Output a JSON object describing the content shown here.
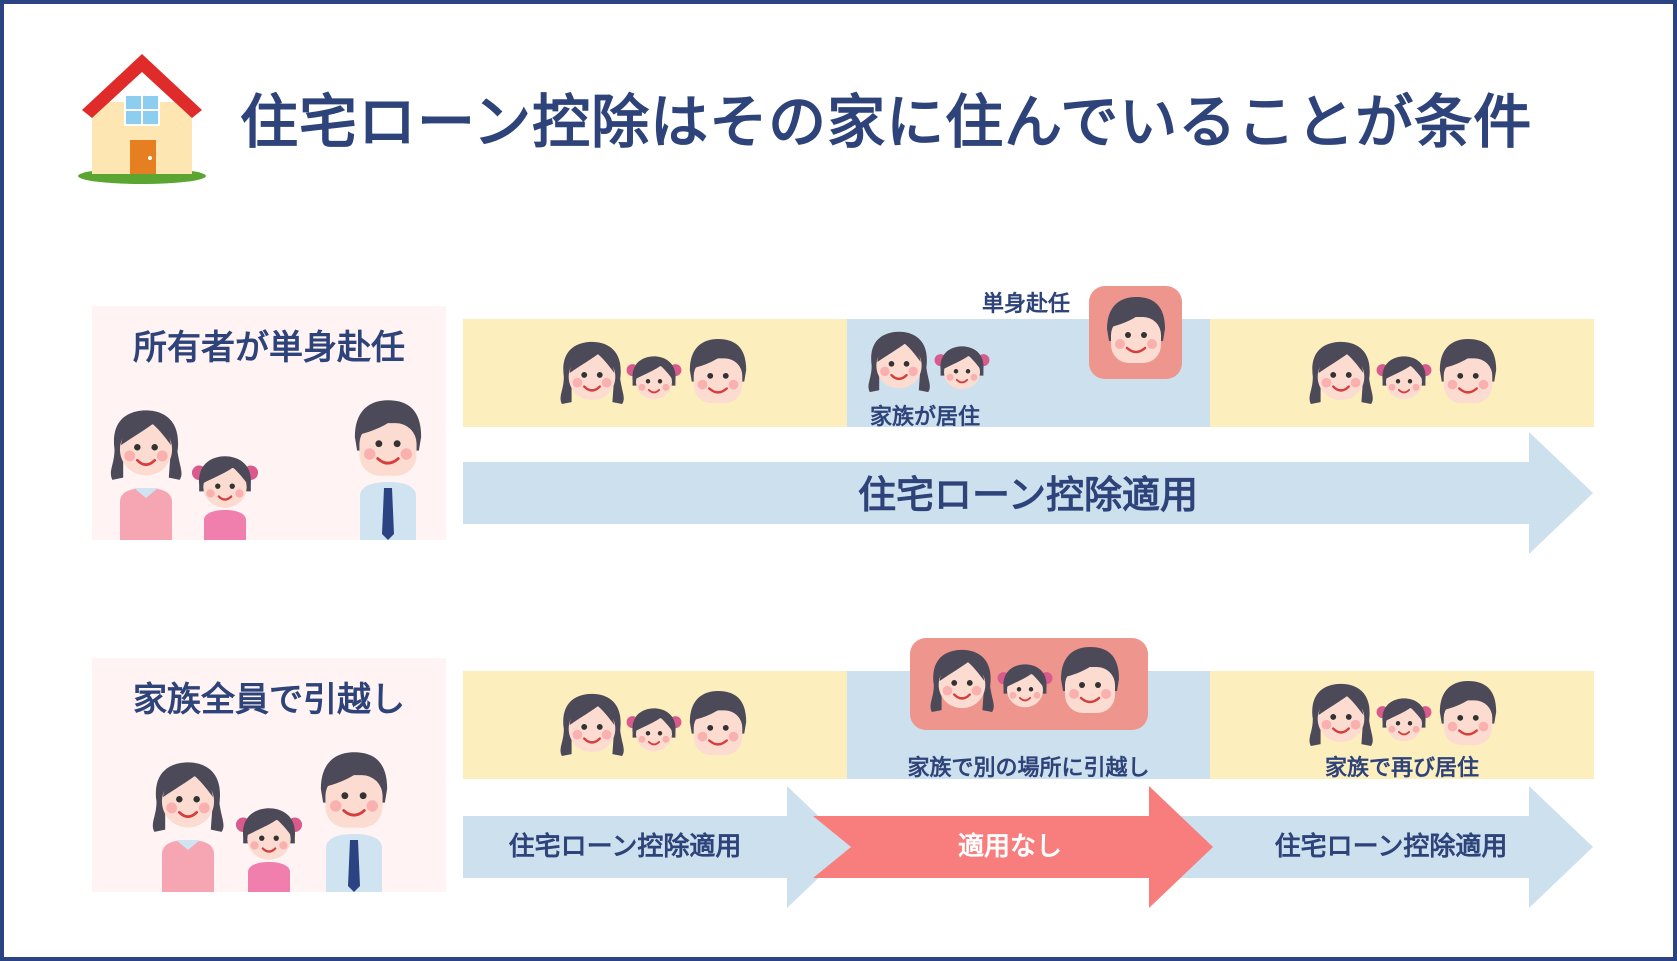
{
  "title": "住宅ローン控除はその家に住んでいることが条件",
  "colors": {
    "navy": "#2d4379",
    "yellow_band": "#fdeebe",
    "blue_band": "#cde0ee",
    "arrow_blue": "#cde0ee",
    "arrow_red": "#f87d7d",
    "badge": "#ee958d",
    "card_bg": "#fff4f3"
  },
  "icons": [
    "house-icon",
    "mother-icon",
    "daughter-icon",
    "father-icon"
  ],
  "scenario1": {
    "label": "所有者が単身赴任",
    "badge_caption": "単身赴任",
    "middle_caption": "家族が居住",
    "arrow_label": "住宅ローン控除適用"
  },
  "scenario2": {
    "label": "家族全員で引越し",
    "middle_caption": "家族で別の場所に引越し",
    "right_caption": "家族で再び居住",
    "arrows": [
      "住宅ローン控除適用",
      "適用なし",
      "住宅ローン控除適用"
    ]
  }
}
